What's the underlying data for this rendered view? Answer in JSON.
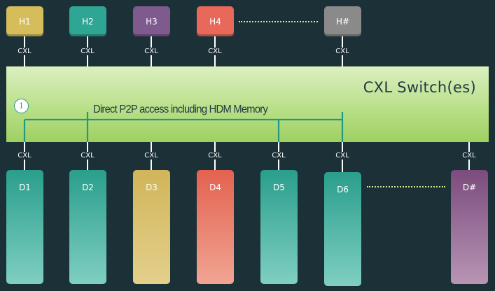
{
  "hosts": [
    {
      "label": "H1",
      "color": "#d6bd5c"
    },
    {
      "label": "H2",
      "color": "#2fa593"
    },
    {
      "label": "H3",
      "color": "#7e5a8f"
    },
    {
      "label": "H4",
      "color": "#e8685a"
    },
    {
      "label": "H#",
      "color": "#8a8a8a"
    }
  ],
  "devices": [
    {
      "label": "D1",
      "color_top": "#2a9e8c",
      "color_bottom": "#7fcfc2"
    },
    {
      "label": "D2",
      "color_top": "#2a9e8c",
      "color_bottom": "#7fcfc2"
    },
    {
      "label": "D3",
      "color_top": "#d1b55a",
      "color_bottom": "#e4d08c"
    },
    {
      "label": "D4",
      "color_top": "#e3624f",
      "color_bottom": "#f1a493"
    },
    {
      "label": "D5",
      "color_top": "#2a9e8c",
      "color_bottom": "#7fcfc2"
    },
    {
      "label": "D6",
      "color_top": "#2a9e8c",
      "color_bottom": "#7fcfc2"
    },
    {
      "label": "D#",
      "color_top": "#7b4b7d",
      "color_bottom": "#b895b4"
    }
  ],
  "link_label": "CXL",
  "switch": {
    "title": "CXL Switch(es)",
    "p2p_label": "Direct P2P access including HDM Memory",
    "badge_number": "1",
    "bus_color": "#1e9a84"
  },
  "dotted_color": "#d6e88a"
}
